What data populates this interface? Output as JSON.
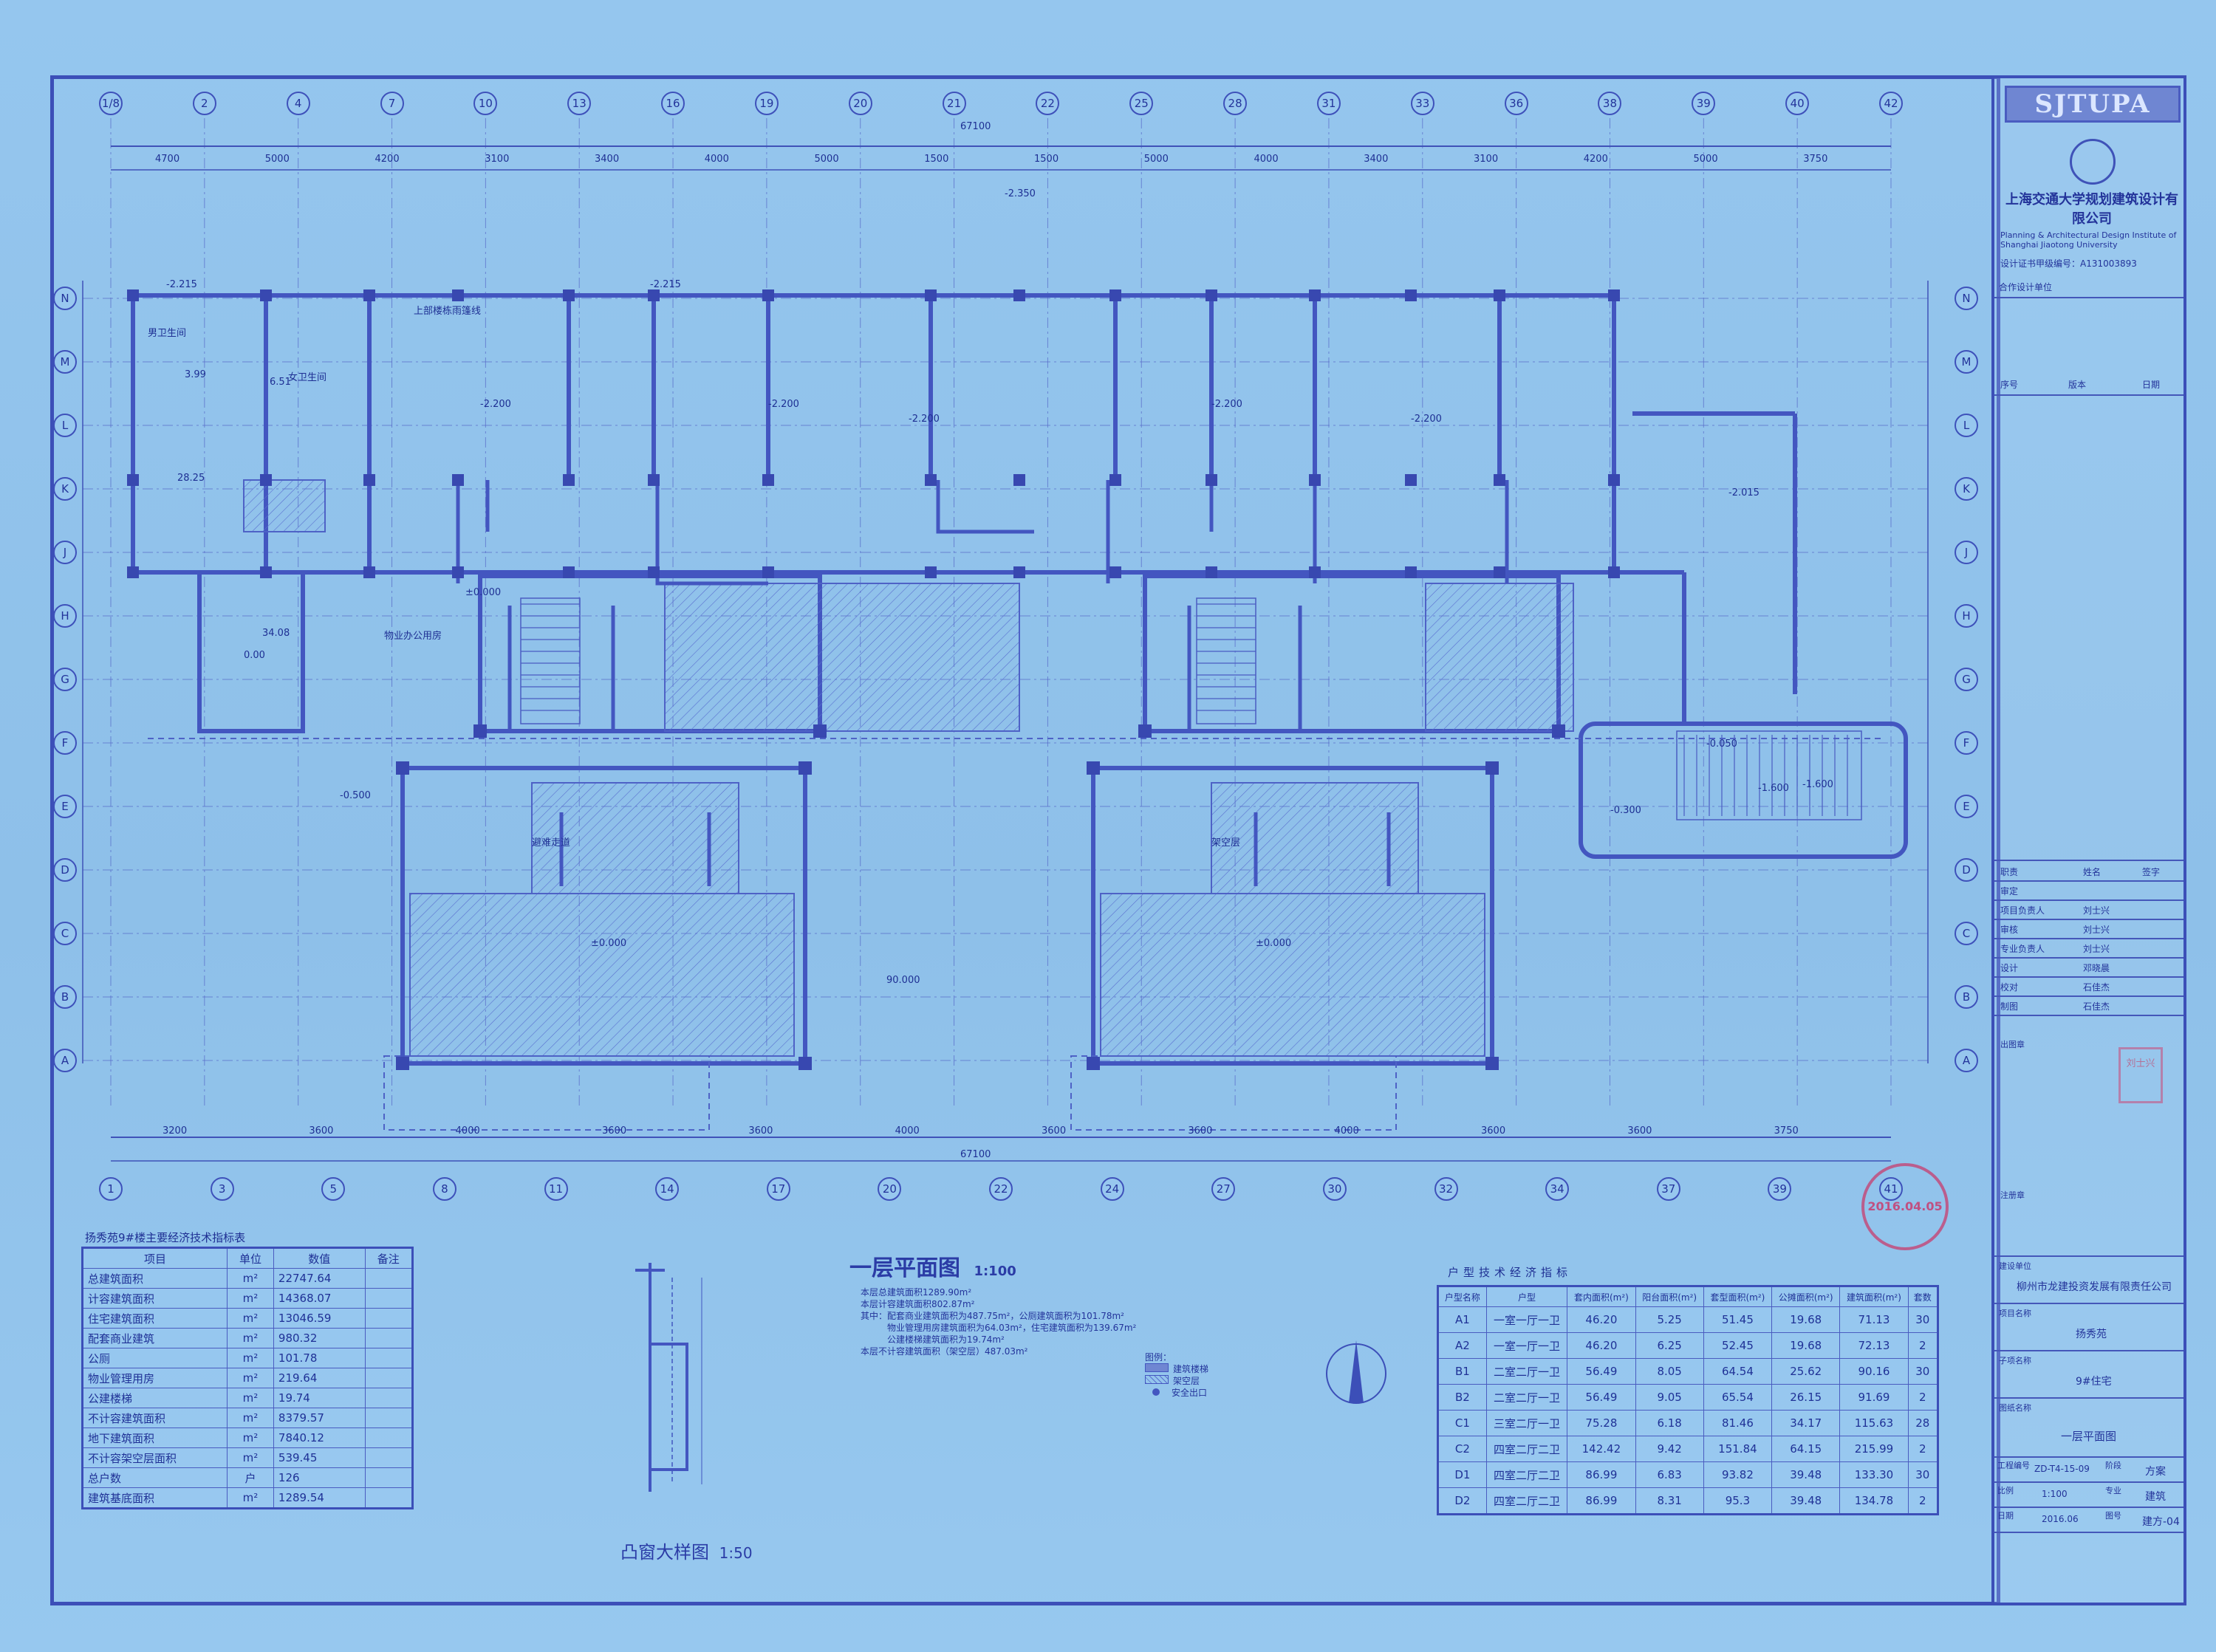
{
  "title_block": {
    "brand": "SJTUPA",
    "institute_cn": "上海交通大学规划建筑设计有限公司",
    "institute_en": "Planning & Architectural Design Institute of Shanghai Jiaotong University",
    "certificate": "设计证书甲级编号：A131003893",
    "cooperation": "合作设计单位",
    "revision_header": [
      "序号",
      "版本",
      "日期"
    ],
    "responsibility_header": [
      "职责",
      "姓名",
      "签字"
    ],
    "roles": [
      {
        "role": "审定",
        "name": ""
      },
      {
        "role": "项目负责人",
        "name": "刘士兴"
      },
      {
        "role": "审核",
        "name": "刘士兴"
      },
      {
        "role": "专业负责人",
        "name": "刘士兴"
      },
      {
        "role": "设计",
        "name": "邓晓晨"
      },
      {
        "role": "校对",
        "name": "石佳杰"
      },
      {
        "role": "制图",
        "name": "石佳杰"
      }
    ],
    "release_stamp": "出图章",
    "registration_stamp": "注册章",
    "client_label": "建设单位",
    "client": "柳州市龙建投资发展有限责任公司",
    "project_label": "项目名称",
    "project": "扬秀苑",
    "subproject_label": "子项名称",
    "subproject": "9#住宅",
    "drawing_label": "图纸名称",
    "drawing": "一层平面图",
    "job_no_label": "工程编号",
    "job_no": "ZD-T4-15-09",
    "status_label": "阶段",
    "status": "方案",
    "scale_label": "比例",
    "scale": "1:100",
    "discipline_label": "专业",
    "discipline": "建筑",
    "date_label": "日期",
    "date": "2016.06",
    "drawing_no_label": "图号",
    "drawing_no": "建方-04"
  },
  "plan": {
    "title": "一层平面图",
    "scale": "1:100",
    "notes": [
      "本层总建筑面积1289.90m²",
      "本层计容建筑面积802.87m²",
      "其中：配套商业建筑面积为487.75m²，公厕建筑面积为101.78m²",
      "物业管理用房建筑面积为64.03m²，住宅建筑面积为139.67m²",
      "公建楼梯建筑面积为19.74m²",
      "本层不计容建筑面积（架空层）487.03m²"
    ],
    "top_axes": [
      "1/8",
      "2",
      "4",
      "7",
      "10",
      "13",
      "16",
      "19",
      "20",
      "21",
      "22",
      "25",
      "28",
      "31",
      "33",
      "36",
      "38",
      "39",
      "40",
      "42"
    ],
    "bottom_axes": [
      "1",
      "3",
      "5",
      "8",
      "11",
      "14",
      "17",
      "20",
      "22",
      "24",
      "27",
      "30",
      "32",
      "34",
      "37",
      "39",
      "41"
    ],
    "side_axes": [
      "N",
      "M",
      "L",
      "K",
      "J",
      "H",
      "G",
      "F",
      "E",
      "D",
      "C",
      "B",
      "A"
    ],
    "overall_dim": "67100",
    "top_dims": [
      "4700",
      "5000",
      "4200",
      "3100",
      "3400",
      "4000",
      "5000",
      "1500",
      "1500",
      "5000",
      "4000",
      "3400",
      "3100",
      "4200",
      "5000",
      "3750"
    ],
    "bottom_dims": [
      "3200",
      "3600",
      "4000",
      "3600",
      "3600",
      "4000",
      "3600",
      "3600",
      "4000",
      "3600",
      "3600",
      "3750"
    ],
    "room_labels": [
      "男卫生间",
      "女卫生间",
      "28.25",
      "3.99",
      "6.51",
      "34.08",
      "物业办公用房",
      "0.00",
      "-2.200",
      "-2.200",
      "-2.200",
      "-2.200",
      "-2.200",
      "-0.050",
      "-1.600",
      "-0.300",
      "90.000",
      "±0.000",
      "±0.000",
      "避难走道",
      "架空层",
      "上部楼栋雨篷线"
    ],
    "elevation_marks": [
      "±0.000",
      "-2.215",
      "-2.215",
      "-2.015",
      "-0.500",
      "-1.600",
      "-2.350"
    ],
    "window_detail_title": "凸窗大样图",
    "window_detail_scale": "1:50",
    "legend": [
      "图例：",
      "建筑楼梯",
      "架空层",
      "安全出口"
    ]
  },
  "tech_table": {
    "title": "扬秀苑9#楼主要经济技术指标表",
    "header": [
      "项目",
      "单位",
      "数值",
      "备注"
    ],
    "rows": [
      {
        "item": "总建筑面积",
        "unit": "m²",
        "value": "22747.64"
      },
      {
        "item": "计容建筑面积",
        "unit": "m²",
        "value": "14368.07"
      },
      {
        "item": "住宅建筑面积",
        "unit": "m²",
        "value": "13046.59"
      },
      {
        "item": "配套商业建筑",
        "unit": "m²",
        "value": "980.32"
      },
      {
        "item": "公厕",
        "unit": "m²",
        "value": "101.78"
      },
      {
        "item": "物业管理用房",
        "unit": "m²",
        "value": "219.64"
      },
      {
        "item": "公建楼梯",
        "unit": "m²",
        "value": "19.74"
      },
      {
        "item": "不计容建筑面积",
        "unit": "m²",
        "value": "8379.57"
      },
      {
        "item": "地下建筑面积",
        "unit": "m²",
        "value": "7840.12"
      },
      {
        "item": "不计容架空层面积",
        "unit": "m²",
        "value": "539.45"
      },
      {
        "item": "总户数",
        "unit": "户",
        "value": "126"
      },
      {
        "item": "建筑基底面积",
        "unit": "m²",
        "value": "1289.54"
      }
    ]
  },
  "unit_table": {
    "title": "户型技术经济指标",
    "header": [
      "户型名称",
      "户型",
      "套内面积(m²)",
      "阳台面积(m²)",
      "套型面积(m²)",
      "公摊面积(m²)",
      "建筑面积(m²)",
      "套数"
    ],
    "rows": [
      [
        "A1",
        "一室一厅一卫",
        "46.20",
        "5.25",
        "51.45",
        "19.68",
        "71.13",
        "30"
      ],
      [
        "A2",
        "一室一厅一卫",
        "46.20",
        "6.25",
        "52.45",
        "19.68",
        "72.13",
        "2"
      ],
      [
        "B1",
        "二室二厅一卫",
        "56.49",
        "8.05",
        "64.54",
        "25.62",
        "90.16",
        "30"
      ],
      [
        "B2",
        "二室二厅一卫",
        "56.49",
        "9.05",
        "65.54",
        "26.15",
        "91.69",
        "2"
      ],
      [
        "C1",
        "三室二厅一卫",
        "75.28",
        "6.18",
        "81.46",
        "34.17",
        "115.63",
        "28"
      ],
      [
        "C2",
        "四室二厅二卫",
        "142.42",
        "9.42",
        "151.84",
        "64.15",
        "215.99",
        "2"
      ],
      [
        "D1",
        "四室二厅二卫",
        "86.99",
        "6.83",
        "93.82",
        "39.48",
        "133.30",
        "30"
      ],
      [
        "D2",
        "四室二厅二卫",
        "86.99",
        "8.31",
        "95.3",
        "39.48",
        "134.78",
        "2"
      ]
    ]
  },
  "stamps": {
    "round": "2016.04.05",
    "square": "刘士兴"
  },
  "colors": {
    "background": "#8fc1ea",
    "line": "#3c4fb8",
    "wall": "#4356c0",
    "stamp": "#c83c6e"
  }
}
